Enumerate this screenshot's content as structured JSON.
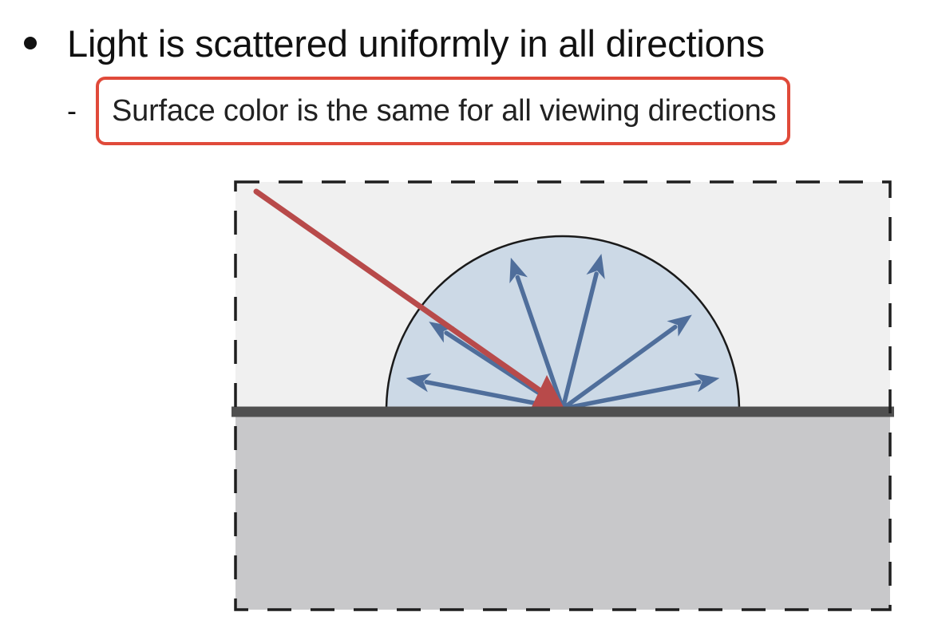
{
  "slide": {
    "bullet": "Light is scattered uniformly in all directions",
    "sub_bullet_marker": "-",
    "sub_bullet": "Surface color is the same for all viewing directions"
  },
  "diagram": {
    "colors": {
      "air": "#f0f0f0",
      "material": "#c8c8ca",
      "surface_line": "#505050",
      "hemisphere_fill": "#ccd9e6",
      "hemisphere_stroke": "#1a1a1a",
      "incident_ray": "#b84a4a",
      "scattered_rays": "#4f6e9b",
      "dashed_border": "#1e1e1e",
      "highlight_border": "#e04a3a"
    },
    "scattered_ray_angles_deg": [
      169,
      147,
      109,
      76,
      36,
      11
    ]
  }
}
